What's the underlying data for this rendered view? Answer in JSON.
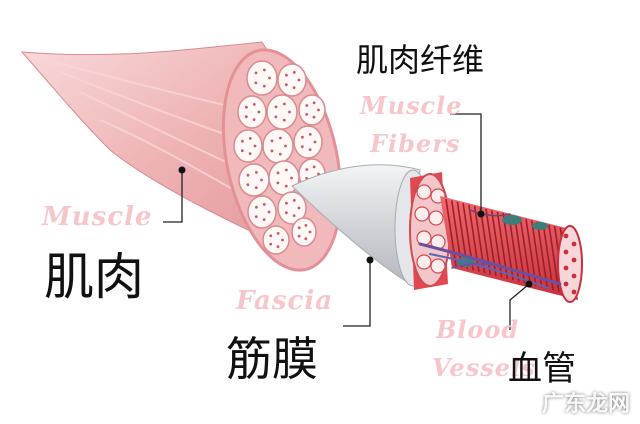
{
  "labels": {
    "muscle_fibers_zh": "肌肉纤维",
    "muscle_fibers_en_line1": "Muscle",
    "muscle_fibers_en_line2": "Fibers",
    "muscle_en": "Muscle",
    "muscle_zh": "肌肉",
    "fascia_en": "Fascia",
    "fascia_zh": "筋膜",
    "blood_vessels_en_line1": "Blood",
    "blood_vessels_en_line2": "Vessels",
    "blood_vessels_zh": "血管"
  },
  "watermark": "广东龙网",
  "colors": {
    "muscle_light": "#f4c6c6",
    "muscle_mid": "#e8a3a6",
    "fiber_red": "#e2474f",
    "fiber_dark": "#b62a34",
    "fascia_grey": "#c9cbd0",
    "vessel_purple": "#6a4fa3",
    "vessel_teal": "#3e7d79",
    "label_pink": "#f6c6cb",
    "label_black": "#111111"
  }
}
